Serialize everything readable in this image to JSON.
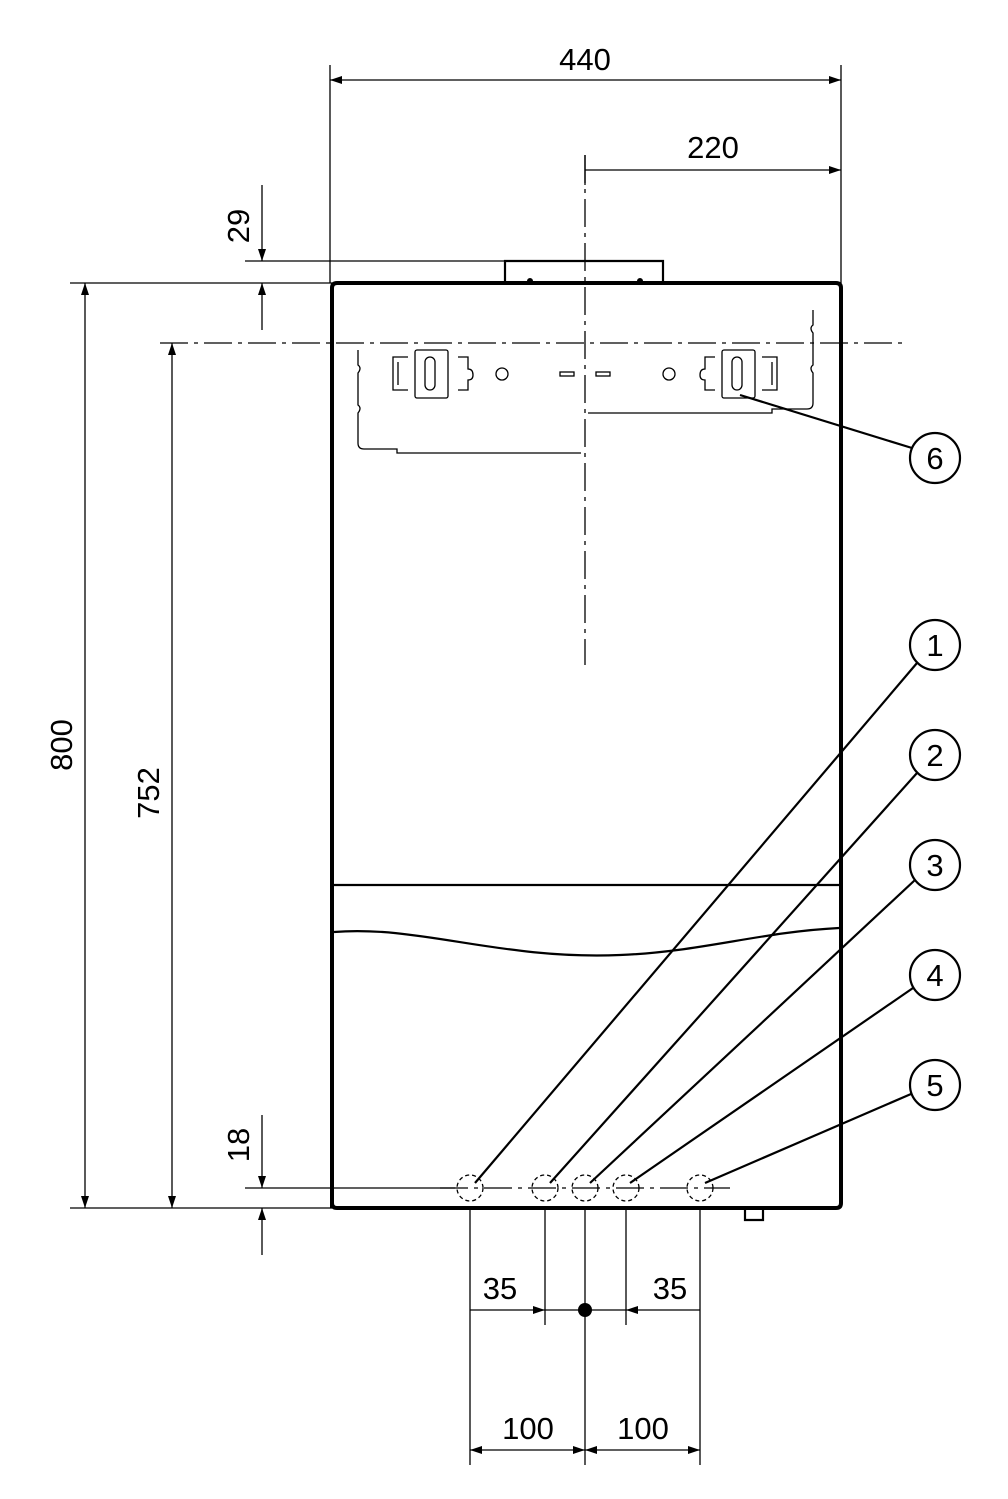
{
  "dimensions": {
    "width_total": "440",
    "width_half": "220",
    "top_offset": "29",
    "height_total": "800",
    "height_bracket": "752",
    "bottom_offset": "18",
    "pipe_spacing_left": "35",
    "pipe_spacing_right": "35",
    "outer_left": "100",
    "outer_right": "100"
  },
  "callouts": [
    "1",
    "2",
    "3",
    "4",
    "5",
    "6"
  ]
}
